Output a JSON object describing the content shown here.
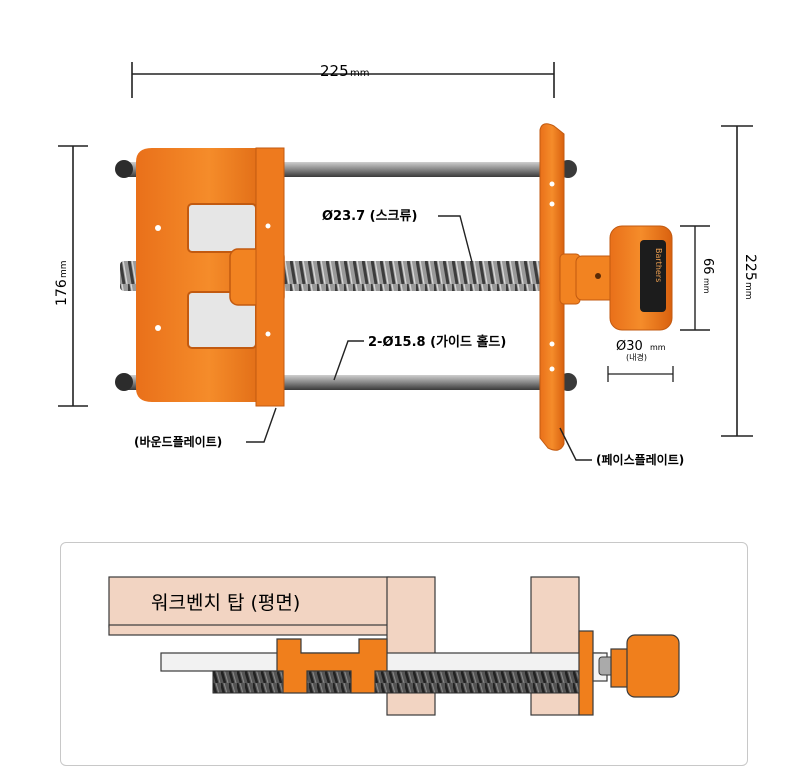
{
  "dimensions": {
    "width_top": {
      "value": "225",
      "unit": "mm"
    },
    "height_left": {
      "value": "176",
      "unit": "mm"
    },
    "height_right": {
      "value": "225",
      "unit": "mm"
    },
    "handle_height": {
      "value": "66",
      "unit": "mm"
    },
    "handle_diameter": {
      "value": "Ø30",
      "unit": "mm",
      "note": "(내경)"
    }
  },
  "callouts": {
    "screw": "Ø23.7 (스크류)",
    "guide_rods": "2-Ø15.8 (가이드 홀드)",
    "bound_plate": "(바운드플레이트)",
    "face_plate": "(페이스플레이트)"
  },
  "handle_brand": "Barthers",
  "section": {
    "workbench_label": "워크벤치 탑 (평면)"
  },
  "colors": {
    "vise_orange": "#f07f1c",
    "rod_grey": "#8a8a8a",
    "wood": "#f2d4c2",
    "screw_dark": "#444444"
  }
}
